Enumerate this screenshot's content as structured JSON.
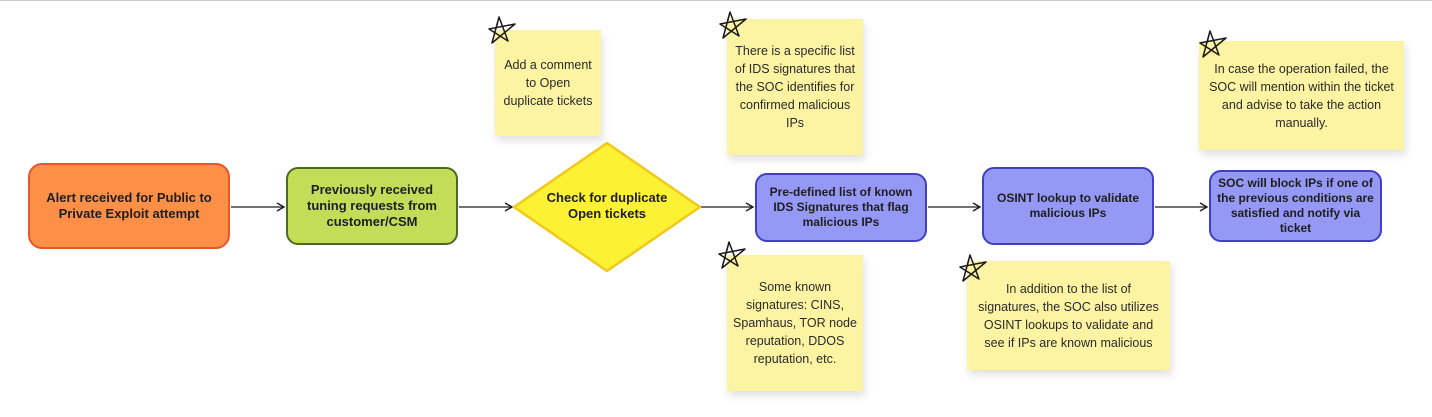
{
  "nodes": {
    "alert": "Alert received for Public to Private Exploit attempt",
    "tuning": "Previously received tuning requests from customer/CSM",
    "check": "Check for duplicate Open tickets",
    "predefined": "Pre-defined list of known IDS Signatures that flag malicious IPs",
    "osint": "OSINT lookup to validate malicious IPs",
    "block": "SOC will block IPs if one of the previous conditions are satisfied and notify via ticket"
  },
  "notes": {
    "comment": "Add a comment to Open duplicate tickets",
    "ids": "There is a specific list of IDS signatures that the SOC identifies for confirmed malicious IPs",
    "failed": "In case the operation failed, the SOC will mention within the ticket and advise to take the action manually.",
    "known": "Some known signatures: CINS, Spamhaus, TOR node reputation, DDOS reputation, etc.",
    "osint_note": "In addition to the list of signatures, the SOC also utilizes OSINT lookups to validate and see if IPs are known malicious"
  },
  "colors": {
    "alert_fill": "#fd8f47",
    "alert_border": "#e8562c",
    "tuning_fill": "#c4dd58",
    "tuning_border": "#4b6a21",
    "decision_fill": "#fdf133",
    "decision_border": "#f2c81b",
    "process_fill": "#9598f5",
    "process_border": "#3f40c2",
    "sticky_fill": "#fdf4a3",
    "connector": "#1e1e1e"
  }
}
